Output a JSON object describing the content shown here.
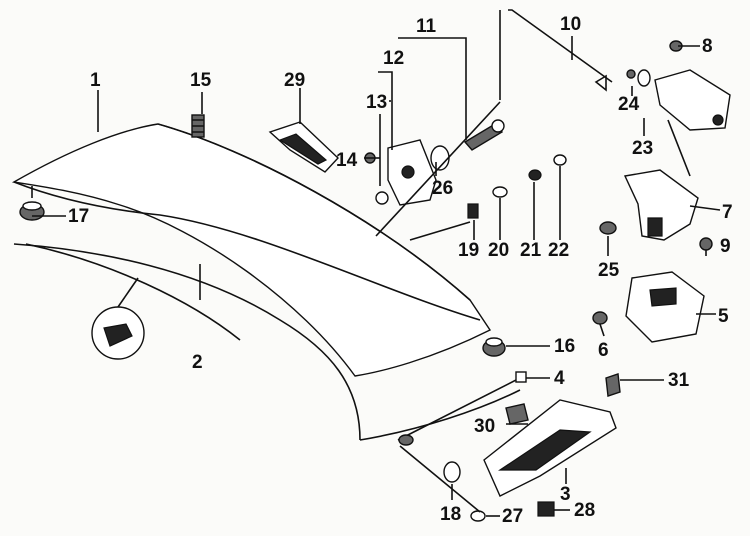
{
  "diagram": {
    "callouts": [
      {
        "id": "c1",
        "text": "1"
      },
      {
        "id": "c2",
        "text": "2"
      },
      {
        "id": "c3",
        "text": "3"
      },
      {
        "id": "c4",
        "text": "4"
      },
      {
        "id": "c5",
        "text": "5"
      },
      {
        "id": "c6",
        "text": "6"
      },
      {
        "id": "c7",
        "text": "7"
      },
      {
        "id": "c8",
        "text": "8"
      },
      {
        "id": "c9",
        "text": "9"
      },
      {
        "id": "c10",
        "text": "10"
      },
      {
        "id": "c11",
        "text": "11"
      },
      {
        "id": "c12",
        "text": "12"
      },
      {
        "id": "c13",
        "text": "13"
      },
      {
        "id": "c14",
        "text": "14"
      },
      {
        "id": "c15",
        "text": "15"
      },
      {
        "id": "c16",
        "text": "16"
      },
      {
        "id": "c17",
        "text": "17"
      },
      {
        "id": "c18",
        "text": "18"
      },
      {
        "id": "c19",
        "text": "19"
      },
      {
        "id": "c20",
        "text": "20"
      },
      {
        "id": "c21",
        "text": "21"
      },
      {
        "id": "c22",
        "text": "22"
      },
      {
        "id": "c23",
        "text": "23"
      },
      {
        "id": "c24",
        "text": "24"
      },
      {
        "id": "c25",
        "text": "25"
      },
      {
        "id": "c26",
        "text": "26"
      },
      {
        "id": "c27",
        "text": "27"
      },
      {
        "id": "c28",
        "text": "28"
      },
      {
        "id": "c29",
        "text": "29"
      },
      {
        "id": "c30",
        "text": "30"
      },
      {
        "id": "c31",
        "text": "31"
      }
    ]
  }
}
